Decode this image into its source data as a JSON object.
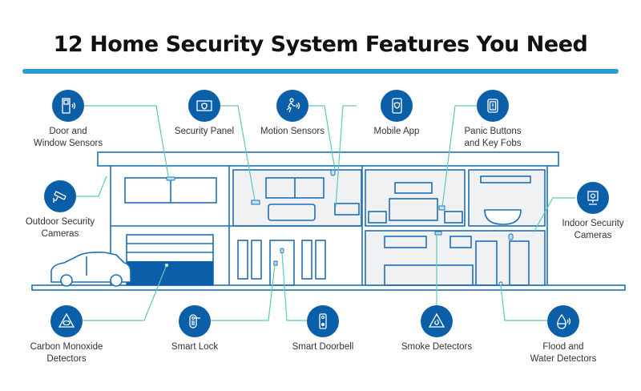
{
  "title": "12 Home Security System Features You Need",
  "colors": {
    "brand_blue": "#0a5fa8",
    "accent_rule": "#2a9ad6",
    "connector": "#5ccab5",
    "outline": "#1e6fb8",
    "room_fill": "#f0f1f3",
    "sensor_fill": "#bde3f7"
  },
  "features": [
    {
      "id": "door-window-sensors",
      "label": "Door and\nWindow Sensors",
      "icon": "door-window-sensor-icon"
    },
    {
      "id": "security-panel",
      "label": "Security Panel",
      "icon": "security-panel-icon"
    },
    {
      "id": "motion-sensors",
      "label": "Motion Sensors",
      "icon": "motion-sensor-icon"
    },
    {
      "id": "mobile-app",
      "label": "Mobile App",
      "icon": "mobile-app-icon"
    },
    {
      "id": "panic-buttons",
      "label": "Panic Buttons\nand Key Fobs",
      "icon": "panic-button-icon"
    },
    {
      "id": "outdoor-cameras",
      "label": "Outdoor Security\nCameras",
      "icon": "outdoor-camera-icon"
    },
    {
      "id": "indoor-cameras",
      "label": "Indoor Security\nCameras",
      "icon": "indoor-camera-icon"
    },
    {
      "id": "co-detectors",
      "label": "Carbon Monoxide\nDetectors",
      "icon": "co-detector-icon"
    },
    {
      "id": "smart-lock",
      "label": "Smart Lock",
      "icon": "smart-lock-icon"
    },
    {
      "id": "smart-doorbell",
      "label": "Smart Doorbell",
      "icon": "smart-doorbell-icon"
    },
    {
      "id": "smoke-detectors",
      "label": "Smoke Detectors",
      "icon": "smoke-detector-icon"
    },
    {
      "id": "flood-detectors",
      "label": "Flood and\nWater Detectors",
      "icon": "flood-detector-icon"
    }
  ]
}
